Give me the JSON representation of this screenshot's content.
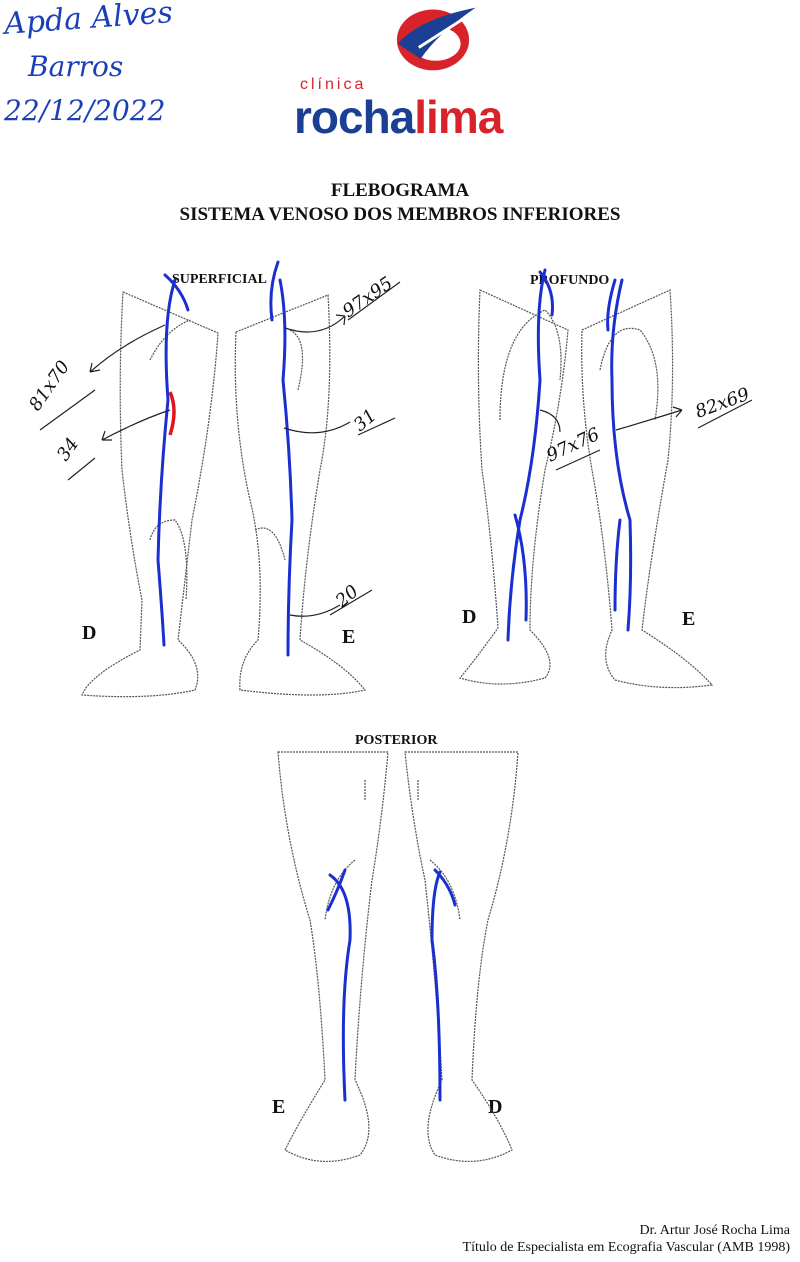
{
  "handwritten": {
    "patient_name_line1": "Apda Alves",
    "patient_name_line2": "Barros",
    "date": "22/12/2022"
  },
  "logo": {
    "prefix": "clínica",
    "name_part1": "rocha",
    "name_part2": "lima",
    "colors": {
      "red": "#d8232a",
      "blue": "#1a3f94"
    }
  },
  "document": {
    "title": "FLEBOGRAMA",
    "subtitle": "SISTEMA VENOSO DOS MEMBROS INFERIORES"
  },
  "diagrams": {
    "superficial": {
      "label": "SUPERFICIAL",
      "right_side": "D",
      "left_side": "E",
      "annotations": [
        "81x70",
        "34",
        "97x95",
        "31",
        "20"
      ]
    },
    "profundo": {
      "label": "PROFUNDO",
      "right_side": "D",
      "left_side": "E",
      "annotations": [
        "97x76",
        "82x69"
      ]
    },
    "posterior": {
      "label": "POSTERIOR",
      "left_side": "E",
      "right_side": "D"
    }
  },
  "footer": {
    "doctor": "Dr. Artur José Rocha Lima",
    "credential": "Título de Especialista em Ecografia Vascular (AMB 1998)"
  },
  "colors": {
    "vein": "#1a2fd0",
    "reflux": "#e0141c",
    "outline": "#555555",
    "ink": "#1c3fb8"
  }
}
